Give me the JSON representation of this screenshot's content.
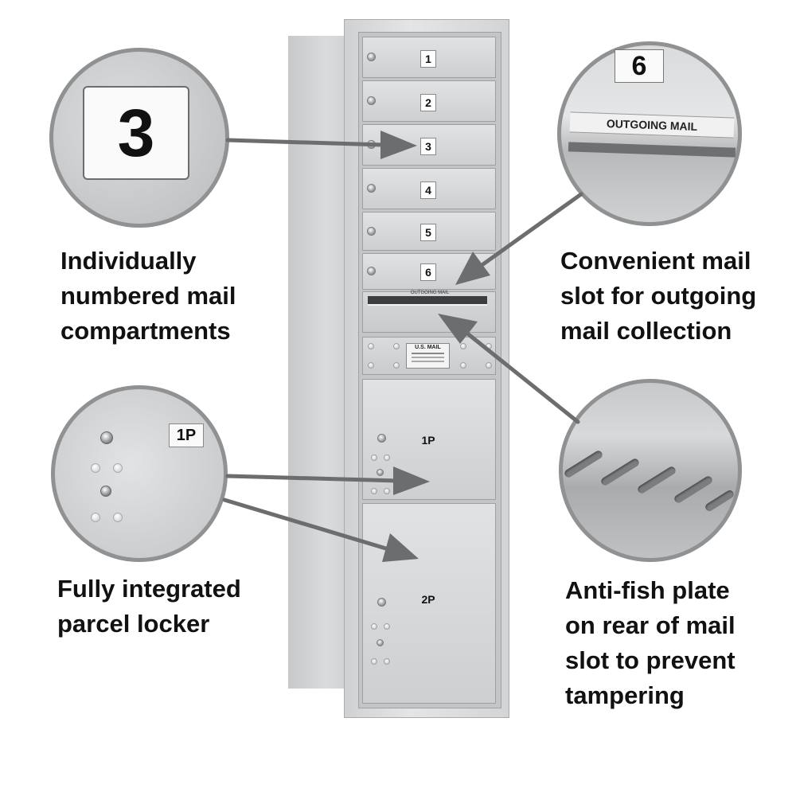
{
  "mailbox": {
    "compartments": [
      "1",
      "2",
      "3",
      "4",
      "5",
      "6"
    ],
    "outgoing_label": "OUTGOING MAIL",
    "usmail_label": "U.S. MAIL",
    "parcel_lockers": [
      "1P",
      "2P"
    ]
  },
  "callouts": [
    {
      "zoom_label": "3",
      "caption_lines": [
        "Individually",
        "numbered mail",
        "compartments"
      ]
    },
    {
      "zoom_label": "6",
      "zoom_sublabel": "OUTGOING MAIL",
      "caption_lines": [
        "Convenient mail",
        "slot for outgoing",
        "mail collection"
      ]
    },
    {
      "zoom_label": "1P",
      "caption_lines": [
        "Fully integrated",
        "parcel locker"
      ]
    },
    {
      "caption_lines": [
        "Anti-fish plate",
        "on rear of mail",
        "slot to prevent",
        "tampering"
      ]
    }
  ],
  "colors": {
    "arrow": "#6b6d6f",
    "aluminum": "#d3d5d7",
    "text": "#111111"
  }
}
